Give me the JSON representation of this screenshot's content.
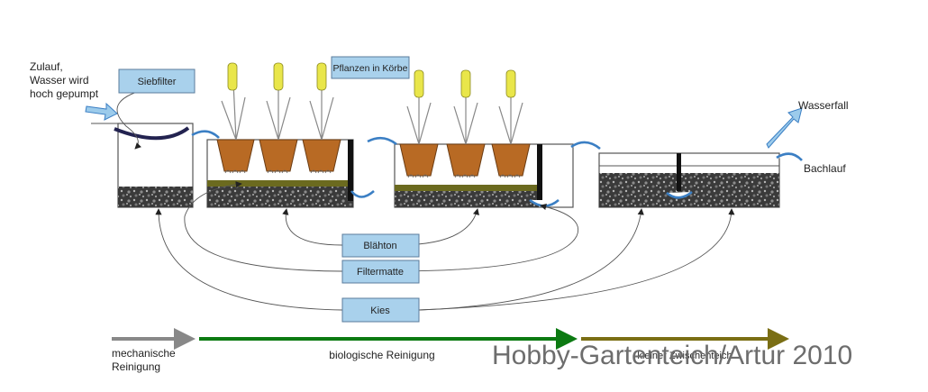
{
  "labels": {
    "inlet": [
      "Zulauf,",
      "Wasser wird",
      "hoch gepumpt"
    ],
    "sieve_filter": "Siebfilter",
    "plants": "Pflanzen in Körbe",
    "waterfall": "Wasserfall",
    "stream": "Bachlauf",
    "expanded_clay": "Blähton",
    "filter_mat": "Filtermatte",
    "gravel": "Kies"
  },
  "stages": {
    "mechanical": [
      "mechanische",
      "Reinigung"
    ],
    "biological": "biologische Reinigung",
    "small_pond": "kleiner Zwischenteich"
  },
  "watermark": "Hobby-Gartenteich/Artur 2010",
  "colors": {
    "label_box": "#a9d1ec",
    "mechanical_arrow": "#888888",
    "biological_arrow": "#0c7a12",
    "pond_arrow": "#7a6e14",
    "water_arrow": "#3b7fc4",
    "pot": "#b86a24",
    "cattail": "#e9e64a"
  }
}
